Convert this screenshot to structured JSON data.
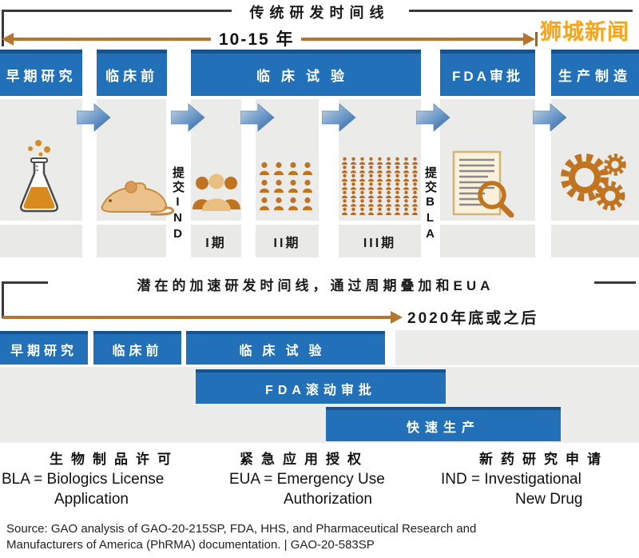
{
  "watermark": {
    "text": "狮城新闻"
  },
  "traditional": {
    "title": "传统研发时间线",
    "duration_label": "10-15 年",
    "stages": [
      "早期研究",
      "临床前",
      "临床试验",
      "FDA审批",
      "生产制造"
    ],
    "submissions": {
      "ind": "提交IND",
      "bla": "提交BLA"
    },
    "phases": [
      "I期",
      "II期",
      "III期"
    ],
    "icons": [
      "flask-icon",
      "mouse-icon",
      "phase1-people-icon",
      "phase2-crowd-icon",
      "phase3-crowd-icon",
      "document-review-icon",
      "gears-icon"
    ]
  },
  "accelerated": {
    "title": "潜在的加速研发时间线，通过周期叠加和EUA",
    "timeline_label": "2020年底或之后",
    "bars": [
      "早期研究",
      "临床前",
      "临床试验",
      "FDA滚动审批",
      "快速生产"
    ]
  },
  "legend": {
    "bla": {
      "cn": "生物制品许可",
      "line1": "BLA = Biologics License",
      "line2": "Application"
    },
    "eua": {
      "cn": "紧急应用授权",
      "line1": "EUA = Emergency Use",
      "line2": "Authorization"
    },
    "ind": {
      "cn": "新药研究申请",
      "line1": "IND = Investigational",
      "line2": "New Drug"
    }
  },
  "source": {
    "line1": "Source: GAO analysis of GAO-20-215SP, FDA, HHS, and Pharmaceutical Research and",
    "line2": "Manufacturers of America (PhRMA) documentation.  |  GAO-20-583SP"
  },
  "colors": {
    "stage_blue": "#2271b8",
    "stage_blue_dark": "#17548f",
    "icon_orange": "#c0741f",
    "timeline_orange": "#b5752f",
    "column_gray": "#ebebe9",
    "watermark_orange": "#f5a51d"
  }
}
